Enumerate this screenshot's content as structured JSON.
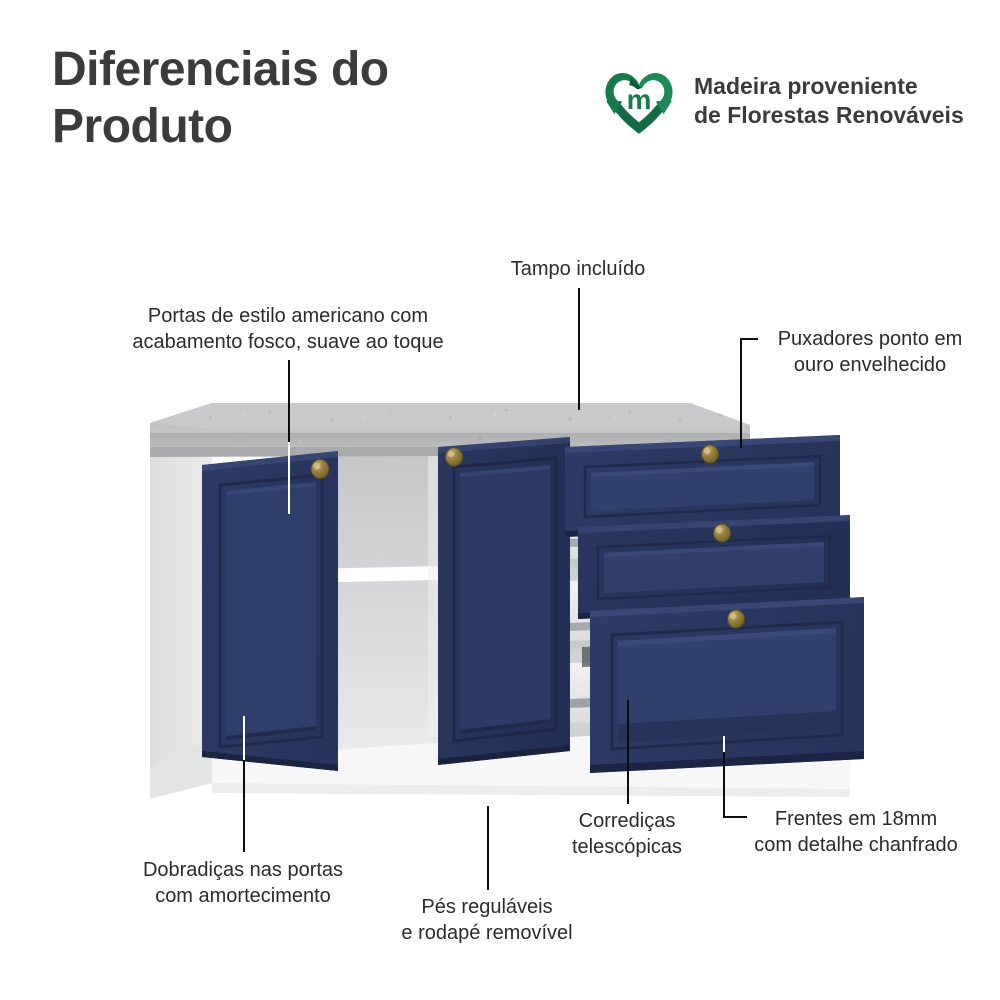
{
  "header": {
    "title": "Diferenciais do\nProduto",
    "eco_badge": {
      "icon": "recycle-heart-logo",
      "monogram": "m",
      "text": "Madeira proveniente\nde Florestas Renováveis",
      "color": "#157a4e"
    }
  },
  "callouts": [
    {
      "id": "tampo",
      "name": "callout-tampo-incluido",
      "text": "Tampo incluído"
    },
    {
      "id": "portas",
      "name": "callout-portas-estilo-americano",
      "text": "Portas de estilo americano com\nacabamento fosco, suave ao toque"
    },
    {
      "id": "puxadores",
      "name": "callout-puxadores-ouro-envelhecido",
      "text": "Puxadores ponto em\nouro envelhecido"
    },
    {
      "id": "frentes",
      "name": "callout-frentes-18mm",
      "text": "Frentes em 18mm\ncom detalhe chanfrado"
    },
    {
      "id": "corredicas",
      "name": "callout-corredicas-telescopicas",
      "text": "Corrediças\ntelescópicas"
    },
    {
      "id": "pes",
      "name": "callout-pes-reguláveis",
      "text": "Pés reguláveis\ne rodapé removível"
    },
    {
      "id": "dobradicas",
      "name": "callout-dobradicas-amortecimento",
      "text": "Dobradiças nas portas\ncom amortecimento"
    }
  ],
  "product": {
    "name": "kitchen-base-cabinet",
    "colors": {
      "door_navy": "#2b3a63",
      "door_navy_dark": "#24325a",
      "door_navy_edge": "#1d2848",
      "body_white": "#ffffff",
      "body_shade": "#e8e9ea",
      "body_shade_dark": "#d9dadb",
      "counter_gray": "#b8b9ba",
      "counter_gray_light": "#cfd0d0",
      "counter_gray_edge": "#a3a4a5",
      "knob_brass": "#8a7540",
      "slide_metal": "#9fa3a8"
    },
    "parts": {
      "countertop": "gray-stone-countertop",
      "left_door": "navy-shaker-door-left",
      "right_door": "navy-shaker-door-right",
      "drawer_top": "navy-shaker-drawer-top",
      "drawer_middle": "navy-shaker-drawer-middle",
      "drawer_bottom": "navy-shaker-drawer-bottom",
      "plinth": "white-removable-plinth",
      "shelf": "interior-shelf",
      "knob_count": 5
    }
  }
}
